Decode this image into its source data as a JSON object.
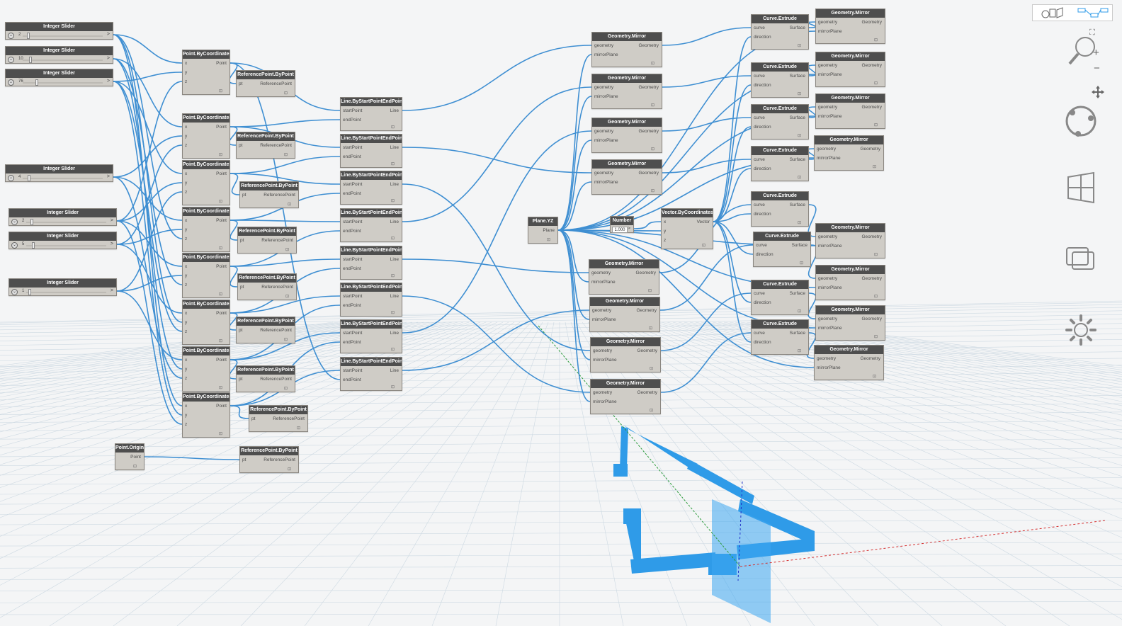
{
  "nodes": [
    {
      "id": "s1",
      "kind": "slider",
      "title": "Integer Slider",
      "value": "2",
      "pos": 0.05
    },
    {
      "id": "s2",
      "kind": "slider",
      "title": "Integer Slider",
      "value": "10",
      "pos": 0.08
    },
    {
      "id": "s3",
      "kind": "slider",
      "title": "Integer Slider",
      "value": "76",
      "pos": 0.16
    },
    {
      "id": "s4",
      "kind": "slider",
      "title": "Integer Slider",
      "value": "4",
      "pos": 0.06
    },
    {
      "id": "s5",
      "kind": "slider",
      "title": "Integer Slider",
      "value": "2",
      "pos": 0.05
    },
    {
      "id": "s6",
      "kind": "slider",
      "title": "Integer Slider",
      "value": "5",
      "pos": 0.07
    },
    {
      "id": "s7",
      "kind": "slider",
      "title": "Integer Slider",
      "value": "1",
      "pos": 0.03
    },
    {
      "id": "pc1",
      "kind": "node",
      "title": "Point.ByCoordinates",
      "in": [
        "x",
        "y",
        "z"
      ],
      "out": [
        "Point"
      ]
    },
    {
      "id": "pc2",
      "kind": "node",
      "title": "Point.ByCoordinates",
      "in": [
        "x",
        "y",
        "z"
      ],
      "out": [
        "Point"
      ]
    },
    {
      "id": "pc3",
      "kind": "node",
      "title": "Point.ByCoordinates",
      "in": [
        "x",
        "y",
        "z"
      ],
      "out": [
        "Point"
      ]
    },
    {
      "id": "pc4",
      "kind": "node",
      "title": "Point.ByCoordinates",
      "in": [
        "x",
        "y",
        "z"
      ],
      "out": [
        "Point"
      ]
    },
    {
      "id": "pc5",
      "kind": "node",
      "title": "Point.ByCoordinates",
      "in": [
        "x",
        "y",
        "z"
      ],
      "out": [
        "Point"
      ]
    },
    {
      "id": "pc6",
      "kind": "node",
      "title": "Point.ByCoordinates",
      "in": [
        "x",
        "y",
        "z"
      ],
      "out": [
        "Point"
      ]
    },
    {
      "id": "pc7",
      "kind": "node",
      "title": "Point.ByCoordinates",
      "in": [
        "x",
        "y",
        "z"
      ],
      "out": [
        "Point"
      ]
    },
    {
      "id": "pc8",
      "kind": "node",
      "title": "Point.ByCoordinates",
      "in": [
        "x",
        "y",
        "z"
      ],
      "out": [
        "Point"
      ]
    },
    {
      "id": "po",
      "kind": "node",
      "title": "Point.Origin",
      "in": [],
      "out": [
        "Point"
      ]
    },
    {
      "id": "rp1",
      "kind": "node",
      "title": "ReferencePoint.ByPoint",
      "in": [
        "pt"
      ],
      "out": [
        "ReferencePoint"
      ]
    },
    {
      "id": "rp2",
      "kind": "node",
      "title": "ReferencePoint.ByPoint",
      "in": [
        "pt"
      ],
      "out": [
        "ReferencePoint"
      ]
    },
    {
      "id": "rp3",
      "kind": "node",
      "title": "ReferencePoint.ByPoint",
      "in": [
        "pt"
      ],
      "out": [
        "ReferencePoint"
      ]
    },
    {
      "id": "rp4",
      "kind": "node",
      "title": "ReferencePoint.ByPoint",
      "in": [
        "pt"
      ],
      "out": [
        "ReferencePoint"
      ]
    },
    {
      "id": "rp5",
      "kind": "node",
      "title": "ReferencePoint.ByPoint",
      "in": [
        "pt"
      ],
      "out": [
        "ReferencePoint"
      ]
    },
    {
      "id": "rp6",
      "kind": "node",
      "title": "ReferencePoint.ByPoint",
      "in": [
        "pt"
      ],
      "out": [
        "ReferencePoint"
      ]
    },
    {
      "id": "rp7",
      "kind": "node",
      "title": "ReferencePoint.ByPoint",
      "in": [
        "pt"
      ],
      "out": [
        "ReferencePoint"
      ]
    },
    {
      "id": "rp8",
      "kind": "node",
      "title": "ReferencePoint.ByPoint",
      "in": [
        "pt"
      ],
      "out": [
        "ReferencePoint"
      ]
    },
    {
      "id": "rp9",
      "kind": "node",
      "title": "ReferencePoint.ByPoint",
      "in": [
        "pt"
      ],
      "out": [
        "ReferencePoint"
      ]
    },
    {
      "id": "l1",
      "kind": "node",
      "title": "Line.ByStartPointEndPoint",
      "in": [
        "startPoint",
        "endPoint"
      ],
      "out": [
        "Line"
      ]
    },
    {
      "id": "l2",
      "kind": "node",
      "title": "Line.ByStartPointEndPoint",
      "in": [
        "startPoint",
        "endPoint"
      ],
      "out": [
        "Line"
      ]
    },
    {
      "id": "l3",
      "kind": "node",
      "title": "Line.ByStartPointEndPoint",
      "in": [
        "startPoint",
        "endPoint"
      ],
      "out": [
        "Line"
      ]
    },
    {
      "id": "l4",
      "kind": "node",
      "title": "Line.ByStartPointEndPoint",
      "in": [
        "startPoint",
        "endPoint"
      ],
      "out": [
        "Line"
      ]
    },
    {
      "id": "l5",
      "kind": "node",
      "title": "Line.ByStartPointEndPoint",
      "in": [
        "startPoint",
        "endPoint"
      ],
      "out": [
        "Line"
      ]
    },
    {
      "id": "l6",
      "kind": "node",
      "title": "Line.ByStartPointEndPoint",
      "in": [
        "startPoint",
        "endPoint"
      ],
      "out": [
        "Line"
      ]
    },
    {
      "id": "l7",
      "kind": "node",
      "title": "Line.ByStartPointEndPoint",
      "in": [
        "startPoint",
        "endPoint"
      ],
      "out": [
        "Line"
      ]
    },
    {
      "id": "l8",
      "kind": "node",
      "title": "Line.ByStartPointEndPoint",
      "in": [
        "startPoint",
        "endPoint"
      ],
      "out": [
        "Line"
      ]
    },
    {
      "id": "py",
      "kind": "node",
      "title": "Plane.YZ",
      "in": [],
      "out": [
        "Plane"
      ]
    },
    {
      "id": "num",
      "kind": "number",
      "title": "Number",
      "value": "1.000"
    },
    {
      "id": "vc",
      "kind": "node",
      "title": "Vector.ByCoordinates",
      "in": [
        "x",
        "y",
        "z"
      ],
      "out": [
        "Vector"
      ]
    },
    {
      "id": "gm1",
      "kind": "node",
      "title": "Geometry.Mirror",
      "in": [
        "geometry",
        "mirrorPlane"
      ],
      "out": [
        "Geometry"
      ]
    },
    {
      "id": "gm2",
      "kind": "node",
      "title": "Geometry.Mirror",
      "in": [
        "geometry",
        "mirrorPlane"
      ],
      "out": [
        "Geometry"
      ]
    },
    {
      "id": "gm3",
      "kind": "node",
      "title": "Geometry.Mirror",
      "in": [
        "geometry",
        "mirrorPlane"
      ],
      "out": [
        "Geometry"
      ]
    },
    {
      "id": "gm4",
      "kind": "node",
      "title": "Geometry.Mirror",
      "in": [
        "geometry",
        "mirrorPlane"
      ],
      "out": [
        "Geometry"
      ]
    },
    {
      "id": "gm5",
      "kind": "node",
      "title": "Geometry.Mirror",
      "in": [
        "geometry",
        "mirrorPlane"
      ],
      "out": [
        "Geometry"
      ]
    },
    {
      "id": "gm6",
      "kind": "node",
      "title": "Geometry.Mirror",
      "in": [
        "geometry",
        "mirrorPlane"
      ],
      "out": [
        "Geometry"
      ]
    },
    {
      "id": "gm7",
      "kind": "node",
      "title": "Geometry.Mirror",
      "in": [
        "geometry",
        "mirrorPlane"
      ],
      "out": [
        "Geometry"
      ]
    },
    {
      "id": "gm8",
      "kind": "node",
      "title": "Geometry.Mirror",
      "in": [
        "geometry",
        "mirrorPlane"
      ],
      "out": [
        "Geometry"
      ]
    },
    {
      "id": "ce1",
      "kind": "node",
      "title": "Curve.Extrude",
      "in": [
        "curve",
        "direction"
      ],
      "out": [
        "Surface"
      ]
    },
    {
      "id": "ce2",
      "kind": "node",
      "title": "Curve.Extrude",
      "in": [
        "curve",
        "direction"
      ],
      "out": [
        "Surface"
      ]
    },
    {
      "id": "ce3",
      "kind": "node",
      "title": "Curve.Extrude",
      "in": [
        "curve",
        "direction"
      ],
      "out": [
        "Surface"
      ]
    },
    {
      "id": "ce4",
      "kind": "node",
      "title": "Curve.Extrude",
      "in": [
        "curve",
        "direction"
      ],
      "out": [
        "Surface"
      ]
    },
    {
      "id": "ce5",
      "kind": "node",
      "title": "Curve.Extrude",
      "in": [
        "curve",
        "direction"
      ],
      "out": [
        "Surface"
      ]
    },
    {
      "id": "ce6",
      "kind": "node",
      "title": "Curve.Extrude",
      "in": [
        "curve",
        "direction"
      ],
      "out": [
        "Surface"
      ]
    },
    {
      "id": "ce7",
      "kind": "node",
      "title": "Curve.Extrude",
      "in": [
        "curve",
        "direction"
      ],
      "out": [
        "Surface"
      ]
    },
    {
      "id": "ce8",
      "kind": "node",
      "title": "Curve.Extrude",
      "in": [
        "curve",
        "direction"
      ],
      "out": [
        "Surface"
      ]
    },
    {
      "id": "gr1",
      "kind": "node",
      "title": "Geometry.Mirror",
      "in": [
        "geometry",
        "mirrorPlane"
      ],
      "out": [
        "Geometry"
      ]
    },
    {
      "id": "gr2",
      "kind": "node",
      "title": "Geometry.Mirror",
      "in": [
        "geometry",
        "mirrorPlane"
      ],
      "out": [
        "Geometry"
      ]
    },
    {
      "id": "gr3",
      "kind": "node",
      "title": "Geometry.Mirror",
      "in": [
        "geometry",
        "mirrorPlane"
      ],
      "out": [
        "Geometry"
      ]
    },
    {
      "id": "gr4",
      "kind": "node",
      "title": "Geometry.Mirror",
      "in": [
        "geometry",
        "mirrorPlane"
      ],
      "out": [
        "Geometry"
      ]
    },
    {
      "id": "gr5",
      "kind": "node",
      "title": "Geometry.Mirror",
      "in": [
        "geometry",
        "mirrorPlane"
      ],
      "out": [
        "Geometry"
      ]
    },
    {
      "id": "gr6",
      "kind": "node",
      "title": "Geometry.Mirror",
      "in": [
        "geometry",
        "mirrorPlane"
      ],
      "out": [
        "Geometry"
      ]
    },
    {
      "id": "gr7",
      "kind": "node",
      "title": "Geometry.Mirror",
      "in": [
        "geometry",
        "mirrorPlane"
      ],
      "out": [
        "Geometry"
      ]
    },
    {
      "id": "gr8",
      "kind": "node",
      "title": "Geometry.Mirror",
      "in": [
        "geometry",
        "mirrorPlane"
      ],
      "out": [
        "Geometry"
      ]
    }
  ],
  "colors": {
    "wire": "#3f8fd2",
    "header": "#4e4e4e",
    "body": "#cfccc6",
    "shape": "#2f9be8",
    "grid": "#cdd9e2",
    "background": "#f4f5f6"
  },
  "toolbar": {
    "icons": [
      "zoom-icon",
      "zoom-in-icon",
      "zoom-out-icon",
      "pan-icon",
      "orbit-icon",
      "fit-view-icon",
      "background-preview-icon",
      "settings-icon"
    ],
    "view_switch": [
      "geometry-view-icon",
      "graph-view-icon"
    ]
  },
  "viewport": {
    "zoom_in": "+",
    "zoom_out": "−"
  }
}
